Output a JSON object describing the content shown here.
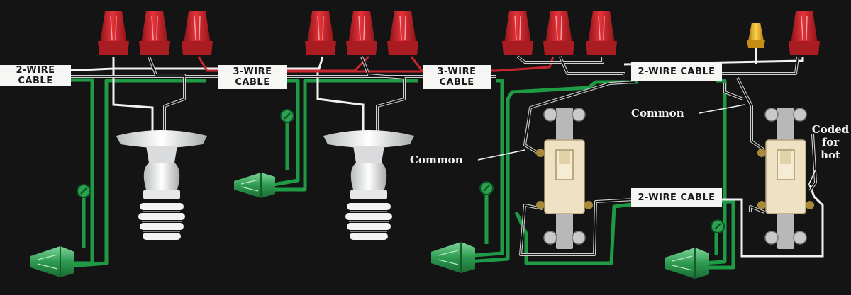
{
  "labels": {
    "cable_2wire_left": [
      "2-WIRE",
      "CABLE"
    ],
    "cable_3wire_a": [
      "3-WIRE",
      "CABLE"
    ],
    "cable_3wire_b": [
      "3-WIRE",
      "CABLE"
    ],
    "cable_2wire_top_right": "2-WIRE CABLE",
    "cable_2wire_mid_right": "2-WIRE CABLE",
    "common_left": "Common",
    "common_right": "Common",
    "coded_for_hot": [
      "Coded",
      "for",
      "hot"
    ]
  },
  "colors": {
    "background": "#141414",
    "ground_green": "#1f9a45",
    "hot_red": "#c8262c",
    "neutral_white": "#f2f2f2",
    "black_wire": "#0a0a0a",
    "connector_red": "#d8252d",
    "connector_yellow": "#f0b41e",
    "connector_green": "#3aa85a",
    "switch_ivory": "#efe2c4",
    "strap_gray": "#b8b8b8"
  }
}
